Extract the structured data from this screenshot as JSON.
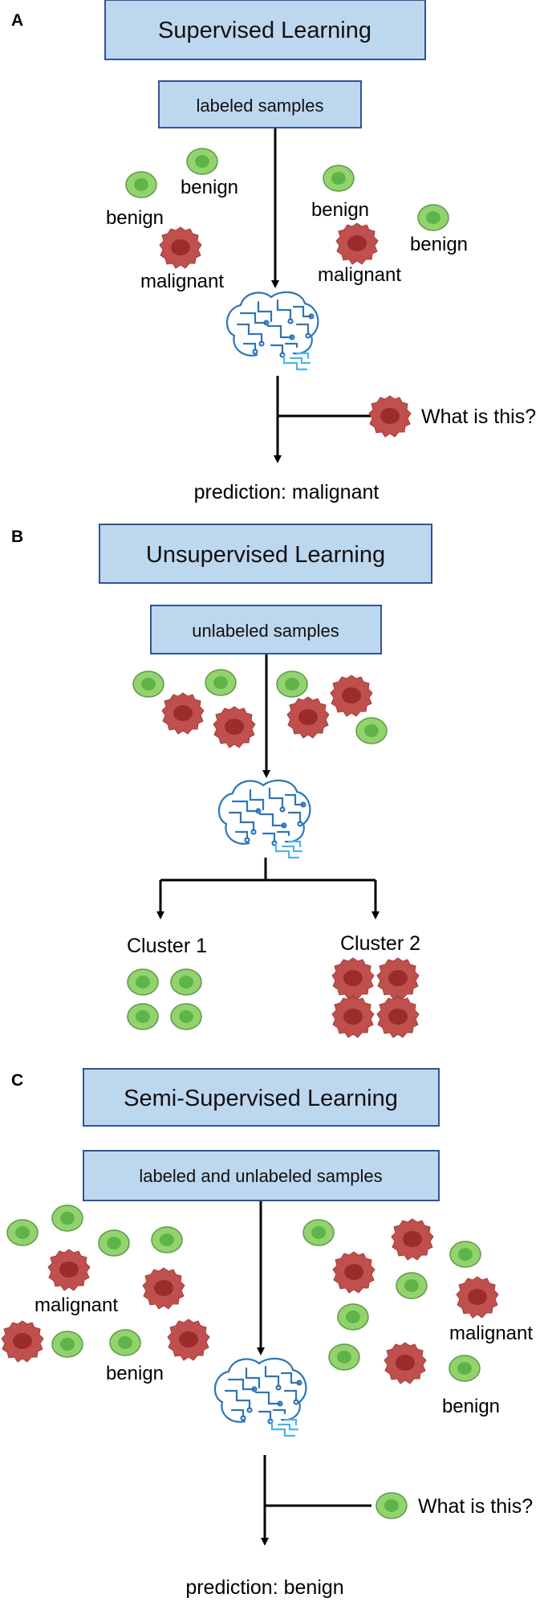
{
  "colors": {
    "box_fill": "#bdd7ee",
    "box_stroke": "#2f5597",
    "benign_fill": "#92d36e",
    "benign_nucleus": "#5fb449",
    "benign_stroke": "#5b9a45",
    "malignant_fill": "#c0504d",
    "malignant_nucleus": "#9c2b2b",
    "brain": "#2e75b6",
    "arrow": "#000000"
  },
  "panel_a": {
    "letter": "A",
    "title": "Supervised Learning",
    "samples_box": "labeled samples",
    "labels": [
      "benign",
      "benign",
      "malignant",
      "benign",
      "benign",
      "malignant"
    ],
    "query": "What is this?",
    "prediction": "prediction: malignant"
  },
  "panel_b": {
    "letter": "B",
    "title": "Unsupervised Learning",
    "samples_box": "unlabeled samples",
    "cluster1": "Cluster 1",
    "cluster2": "Cluster 2"
  },
  "panel_c": {
    "letter": "C",
    "title": "Semi-Supervised Learning",
    "samples_box": "labeled and unlabeled samples",
    "labels": [
      "malignant",
      "benign",
      "malignant",
      "benign"
    ],
    "query": "What is this?",
    "prediction": "prediction: benign"
  },
  "icons": [
    "benign-cell-icon",
    "malignant-cell-icon",
    "brain-circuit-icon",
    "arrow-icon"
  ]
}
